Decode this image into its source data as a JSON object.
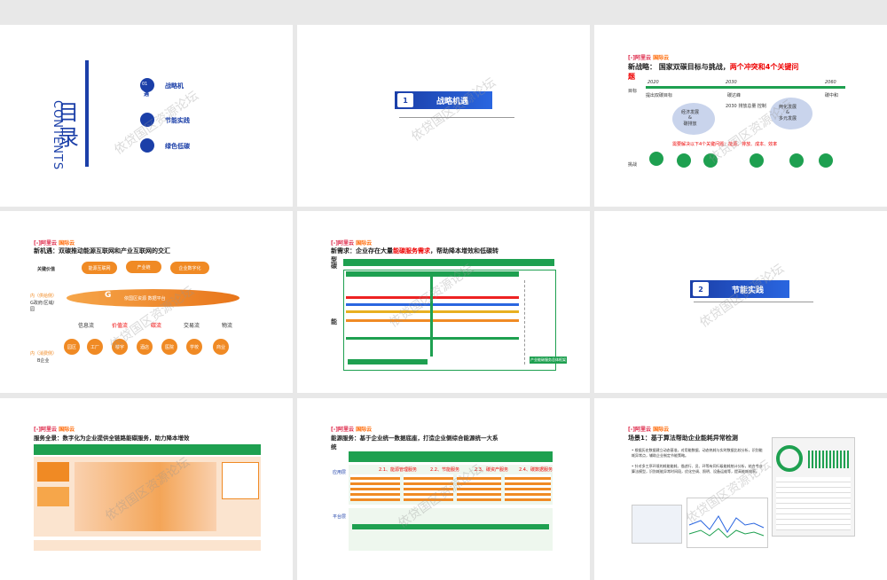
{
  "watermark": "依贷国区资源论坛",
  "logo": "[-]阿里云",
  "logo_sub": "国际云",
  "slide1": {
    "title_a": "目",
    "title_b": "录",
    "contents": "CONTENTS",
    "item1_num": "01",
    "item1_sub": "遇",
    "items": [
      "战略机",
      "节能实践",
      "绿色低碳"
    ]
  },
  "slide2": {
    "num": "1",
    "label": "战略机遇"
  },
  "slide3": {
    "title_prefix": "新战略：",
    "title_main": "国家双碳目标与挑战，",
    "title_red": "两个冲突和4个关键问",
    "title_line2": "题",
    "years": [
      "2020",
      "2030",
      "2060"
    ],
    "year_notes": [
      "提出双碳目标",
      "碳达峰",
      "碳中和"
    ],
    "row_label1": "目标",
    "row_label2": "挑战",
    "bubble1": "经济发展\n&\n碳排放",
    "bubble2": "两化发展\n&\n多元发展",
    "note_mid": "2030  排放总量  控制",
    "red_note": "需要解决以下4个关键问题：能源、排放、成本、效率"
  },
  "slide4": {
    "title": "新机遇：双碳推动能源互联网和产业互联网的交汇",
    "left_top": "关键价值",
    "left_mid_a": "内（供给侧）",
    "left_mid_b": "G政府/区域/园",
    "left_bot_a": "内（消费侧）",
    "left_bot_b": "B企业",
    "top_pills": [
      "能源互联网",
      "产业链",
      "企业数字化"
    ],
    "g_label": "G",
    "g_band": "依国区资源 数据平台",
    "flows": [
      "信息流",
      "价值流",
      "碳流",
      "交易流",
      "物流"
    ],
    "bottom_circles": [
      "园区",
      "工厂",
      "楼宇",
      "酒店",
      "医院",
      "学校",
      "商业"
    ]
  },
  "slide5": {
    "title_a": "新需求：",
    "title_b": "企业存在大量",
    "title_red": "能碳服务需求",
    "title_c": "，帮助降本增效和低碳转",
    "title_d": "型",
    "side_a": "碳",
    "side_b": "能",
    "footer": "产业能碳服务总体框架"
  },
  "slide6": {
    "num": "2",
    "label": "节能实践"
  },
  "slide7": {
    "title": "服务全景：数字化为企业提供全链路能碳服务，助力降本增效"
  },
  "slide8": {
    "title": "能源服务：基于企业统一数据底座，打造企业侧综合能源统一大系",
    "title2": "统",
    "side_a": "应用层",
    "side_b": "平台层",
    "mid_a": "2.1、能源管理服务",
    "mid_b": "2.2、节能服务",
    "mid_c": "2.3、碳资产服务",
    "mid_d": "2.4、碳数据服务"
  },
  "slide9": {
    "title": "场景1：基于算法帮助企业能耗异常检测",
    "bullet1": "根据历史数据建立动态基准，对用能数据、动态热耗与实时数据比较分析，识别能耗异常点，辅助企业制定节能策略。",
    "bullet2": "针对多工序环境的耗能能耗、描述行、员、环等有同行级能耗统计分析，结合专业算法模型，识别耗能异常时间段，优化空调、照明、设备运维等，提高能耗效率。"
  },
  "colors": {
    "blue": "#1b3fa8",
    "green": "#1ea050",
    "orange": "#f08a24",
    "red": "#e00000"
  }
}
